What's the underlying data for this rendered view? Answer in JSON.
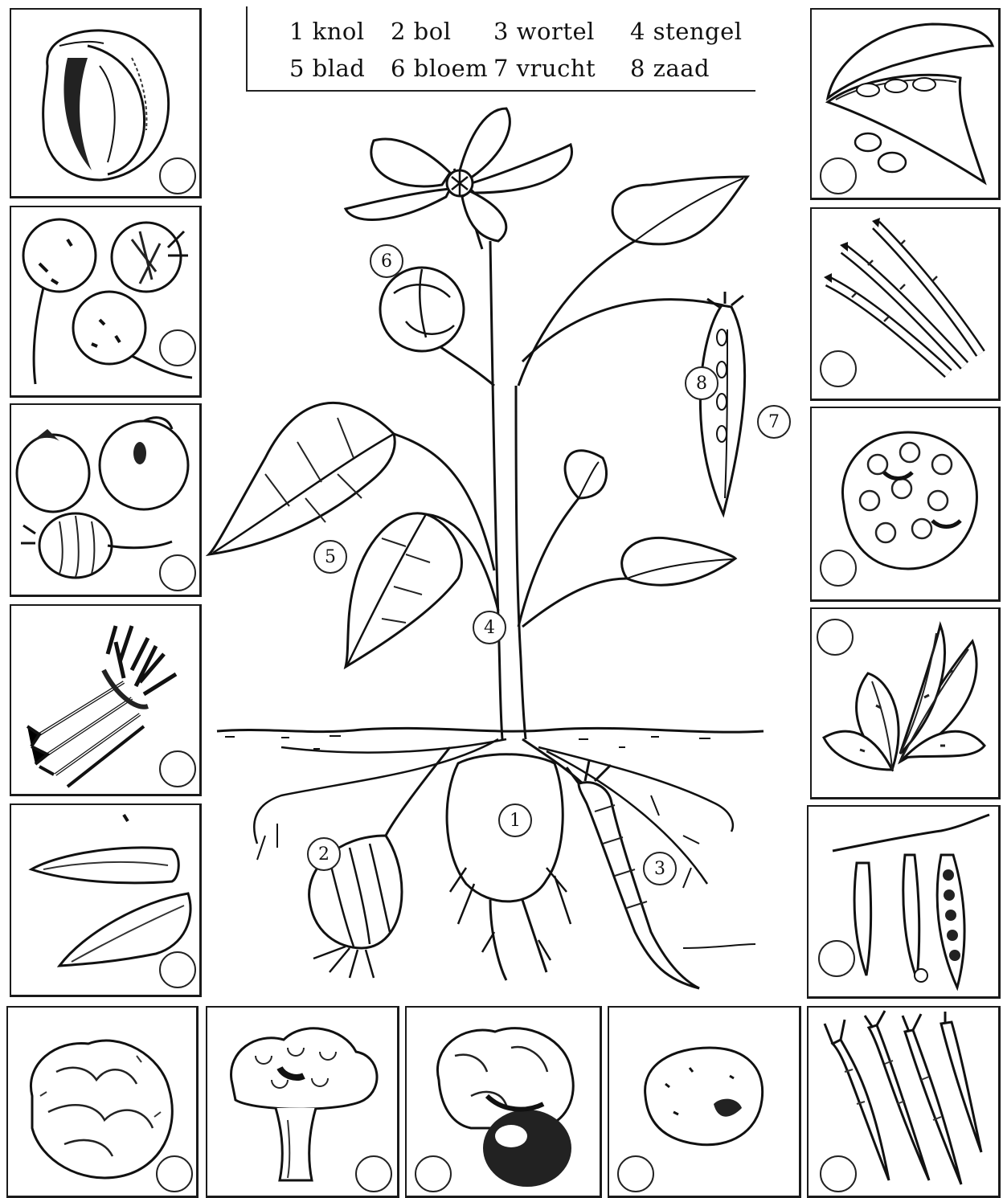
{
  "legend": {
    "items": [
      {
        "num": "1",
        "label": "knol"
      },
      {
        "num": "2",
        "label": "bol"
      },
      {
        "num": "3",
        "label": "wortel"
      },
      {
        "num": "4",
        "label": "stengel"
      },
      {
        "num": "5",
        "label": "blad"
      },
      {
        "num": "6",
        "label": "bloem"
      },
      {
        "num": "7",
        "label": "vrucht"
      },
      {
        "num": "8",
        "label": "zaad"
      }
    ]
  },
  "legend_text": [
    "1 knol",
    "2 bol",
    "3 wortel",
    "4 stengel",
    "5 blad",
    "6 bloem",
    "7 vrucht",
    "8 zaad"
  ],
  "plant_labels": {
    "knol": "1",
    "bol": "2",
    "wortel": "3",
    "stengel": "4",
    "blad": "5",
    "bloem": "6",
    "vrucht": "7",
    "zaad": "8"
  },
  "vegetable_cards": [
    {
      "icon": "cabbage-icon",
      "answer": ""
    },
    {
      "icon": "radish-icon",
      "answer": ""
    },
    {
      "icon": "onion-icon",
      "answer": ""
    },
    {
      "icon": "leek-icon",
      "answer": ""
    },
    {
      "icon": "endive-icon",
      "answer": ""
    },
    {
      "icon": "lettuce-icon",
      "answer": ""
    },
    {
      "icon": "broccoli-icon",
      "answer": ""
    },
    {
      "icon": "celeriac-icon",
      "answer": ""
    },
    {
      "icon": "potato-icon",
      "answer": ""
    },
    {
      "icon": "carrot-icon",
      "answer": ""
    },
    {
      "icon": "peas-icon",
      "answer": ""
    },
    {
      "icon": "green-beans-icon",
      "answer": ""
    },
    {
      "icon": "spinach-icon",
      "answer": ""
    },
    {
      "icon": "cauliflower-icon",
      "answer": ""
    },
    {
      "icon": "asparagus-icon",
      "answer": ""
    },
    {
      "icon": "broad-bean-icon",
      "answer": ""
    }
  ],
  "colors": {
    "ink": "#111111",
    "paper": "#ffffff"
  }
}
